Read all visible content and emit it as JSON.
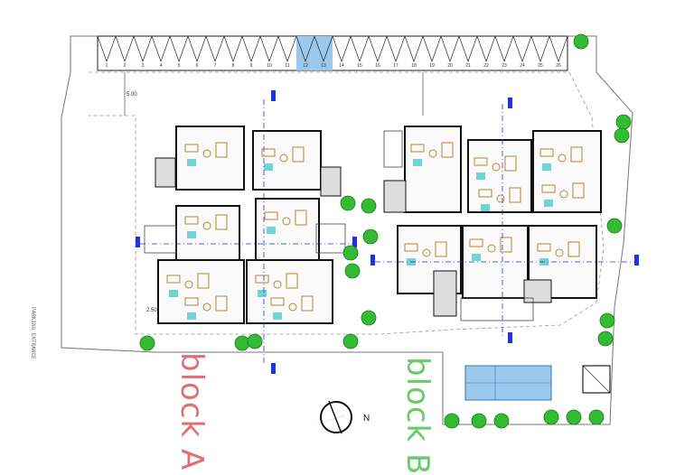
{
  "labels": {
    "block_a": "block A",
    "block_b": "block B",
    "compass_n": "N",
    "side_note": "PARKING ENTRANCE"
  },
  "colors": {
    "block_a": "#e07070",
    "block_b": "#66cc66",
    "pool_fill": "#9cc8ee",
    "furniture": "#b8862e",
    "bath": "#33c3c3",
    "wall": "#111111",
    "tree": "#33bb33",
    "axis": "#2233dd"
  },
  "parking": {
    "bays": [
      "1",
      "2",
      "3",
      "4",
      "5",
      "6",
      "7",
      "8",
      "9",
      "10",
      "11",
      "12",
      "13",
      "14",
      "15",
      "16",
      "17",
      "18",
      "19",
      "20",
      "21",
      "22",
      "23",
      "24",
      "25",
      "26"
    ],
    "highlighted": [
      "12",
      "13"
    ]
  },
  "dimensions": {
    "parking_depth": "5.00",
    "block_a_note": "2.50"
  },
  "icons": [
    "tree-icon",
    "compass-icon",
    "section-marker-icon"
  ]
}
